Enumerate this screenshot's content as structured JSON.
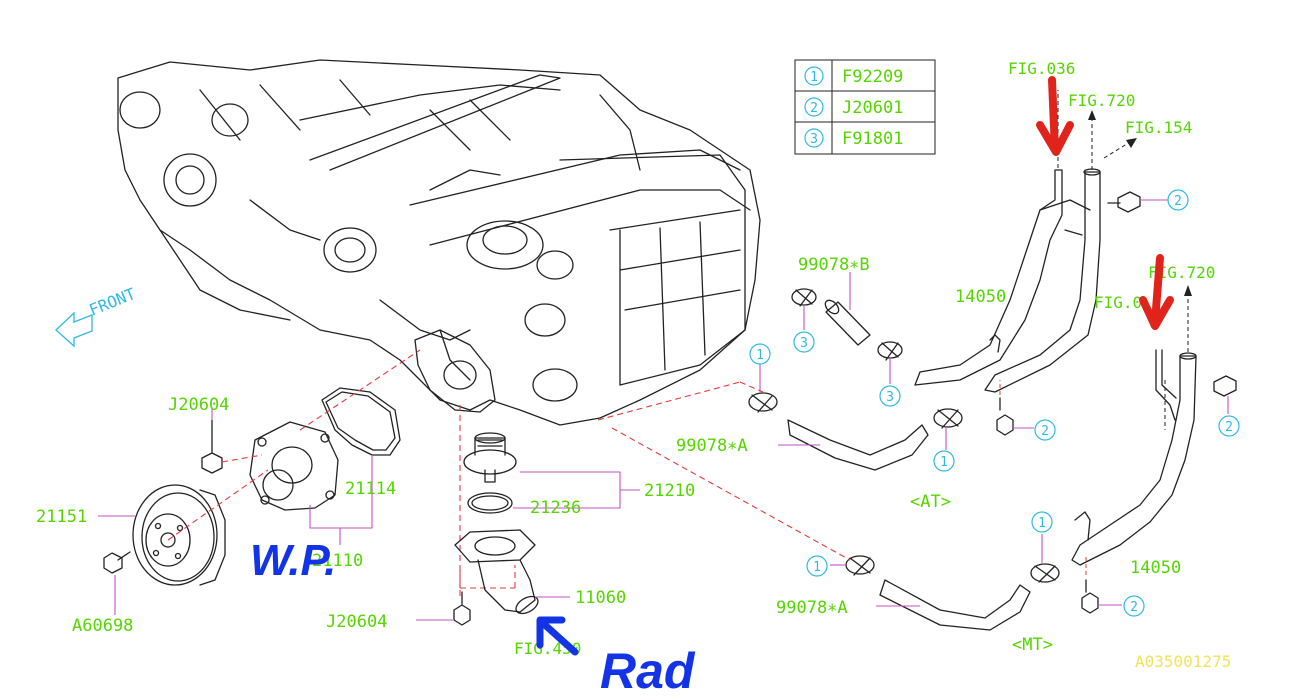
{
  "legend": [
    {
      "num": "1",
      "code": "F92209"
    },
    {
      "num": "2",
      "code": "J20601"
    },
    {
      "num": "3",
      "code": "F91801"
    }
  ],
  "fig_refs": {
    "fig036": "FIG.036",
    "fig720_top": "FIG.720",
    "fig154": "FIG.154",
    "fig720_right": "FIG.720",
    "fig0_right": "FIG.0",
    "fig450": "FIG.450"
  },
  "front_label": "FRONT",
  "part_labels": {
    "p99078b": "99078∗B",
    "p14050_top": "14050",
    "p99078a_top": "99078∗A",
    "at": "<AT>",
    "p99078a_bottom": "99078∗A",
    "p14050_bottom": "14050",
    "mt": "<MT>",
    "j20604_top": "J20604",
    "p21151": "21151",
    "a60698": "A60698",
    "p21114": "21114",
    "p21110": "21110",
    "p21236": "21236",
    "p21210": "21210",
    "p11060": "11060",
    "j20604_bottom": "J20604"
  },
  "callouts": {
    "c3a": "3",
    "c3b": "3",
    "c1a": "1",
    "c1b": "1",
    "c1c": "1",
    "c1d": "1",
    "c2a": "2",
    "c2b": "2",
    "c2c": "2",
    "c2d": "2"
  },
  "annotations": {
    "wp": "W.P.",
    "rad": "Rad"
  },
  "diagram_code": "A035001275",
  "colors": {
    "label_green": "#55d600",
    "callout_cyan": "#2fb9e6",
    "leader_magenta": "#c452c4",
    "dash_red": "#e53a3a",
    "marker_red": "#e0241b",
    "marker_blue": "#1233e6",
    "code_yellow": "#f2e35a"
  }
}
